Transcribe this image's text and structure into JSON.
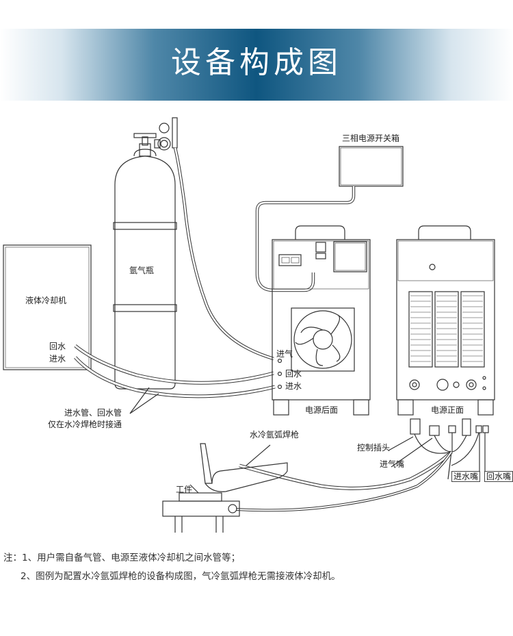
{
  "title": "设备构成图",
  "labels": {
    "switch_box": "三相电源开关箱",
    "cooler": "液体冷却机",
    "cylinder": "氩气瓶",
    "cooler_return": "回水",
    "cooler_inlet": "进水",
    "hose_note_line1": "进水管、回水管",
    "hose_note_line2": "仅在水冷焊枪时接通",
    "rear_gas_in": "进气",
    "rear_water_return": "回水",
    "rear_water_in": "进水",
    "rear_panel": "电源后面",
    "front_panel": "电源正面",
    "torch": "水冷氩弧焊枪",
    "control_plug": "控制插头",
    "gas_nozzle": "进气嘴",
    "water_in_nozzle": "进水嘴",
    "water_return_nozzle": "回水嘴",
    "workpiece": "工件"
  },
  "notes": {
    "line1": "注：1、用户需自备气管、电源至液体冷却机之间水管等；",
    "line2": "2、图例为配置水冷氩弧焊枪的设备构成图，气冷氩弧焊枪无需接液体冷却机。"
  },
  "colors": {
    "banner": "#0f5680",
    "line": "#333333"
  }
}
